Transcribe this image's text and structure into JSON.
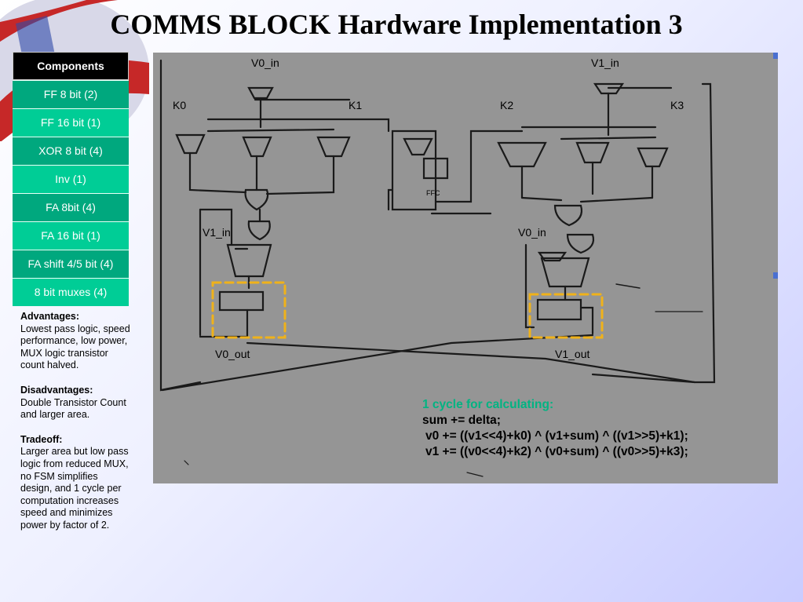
{
  "title": "COMMS BLOCK Hardware Implementation 3",
  "sidebar": {
    "header": "Components",
    "items": [
      {
        "label": "FF 8 bit (2)"
      },
      {
        "label": "FF 16 bit (1)"
      },
      {
        "label": "XOR 8 bit (4)"
      },
      {
        "label": "Inv (1)"
      },
      {
        "label": "FA 8bit (4)"
      },
      {
        "label": "FA 16 bit (1)"
      },
      {
        "label": "FA shift 4/5 bit (4)"
      },
      {
        "label": "8 bit muxes (4)"
      }
    ]
  },
  "notes": {
    "advantages_heading": "Advantages:",
    "advantages_text": "Lowest pass logic, speed performance, low power, MUX logic transistor count halved.",
    "disadvantages_heading": "Disadvantages:",
    "disadvantages_text": "Double Transistor Count and larger area.",
    "tradeoff_heading": "Tradeoff:",
    "tradeoff_text": "Larger area but low pass logic from reduced MUX, no FSM simplifies design, and 1 cycle per computation increases speed and minimizes power by factor of 2."
  },
  "diagram": {
    "labels": {
      "v0_in_top": "V0_in",
      "v1_in_top": "V1_in",
      "k0": "K0",
      "k1": "K1",
      "k2": "K2",
      "k3": "K3",
      "v1_in_left": "V1_in",
      "v0_in_right": "V0_in",
      "v0_out": "V0_out",
      "v1_out": "V1_out",
      "ffc": "FFC"
    },
    "code": {
      "line1": "1 cycle for calculating:",
      "line2": "sum += delta;",
      "line3": "v0 += ((v1<<4)+k0) ^ (v1+sum) ^ ((v1>>5)+k1);",
      "line4": "v1 += ((v0<<4)+k2) ^ (v0+sum) ^ ((v0>>5)+k3);"
    }
  }
}
